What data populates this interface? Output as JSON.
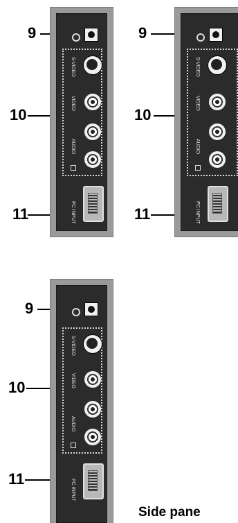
{
  "panels": [
    {
      "callouts": [
        "9",
        "10",
        "11"
      ],
      "labels": {
        "svideo": "S-VIDEO",
        "video": "VIDEO",
        "audio": "AUDIO",
        "pcinput": "PC INPUT"
      }
    },
    {
      "callouts": [
        "9",
        "10",
        "11"
      ],
      "labels": {
        "svideo": "S-VIDEO",
        "video": "VIDEO",
        "audio": "AUDIO",
        "pcinput": "PC INPUT"
      }
    },
    {
      "callouts": [
        "9",
        "10",
        "11"
      ],
      "labels": {
        "svideo": "S-VIDEO",
        "video": "VIDEO",
        "audio": "AUDIO",
        "pcinput": "PC INPUT"
      }
    }
  ],
  "caption": "Side pane"
}
